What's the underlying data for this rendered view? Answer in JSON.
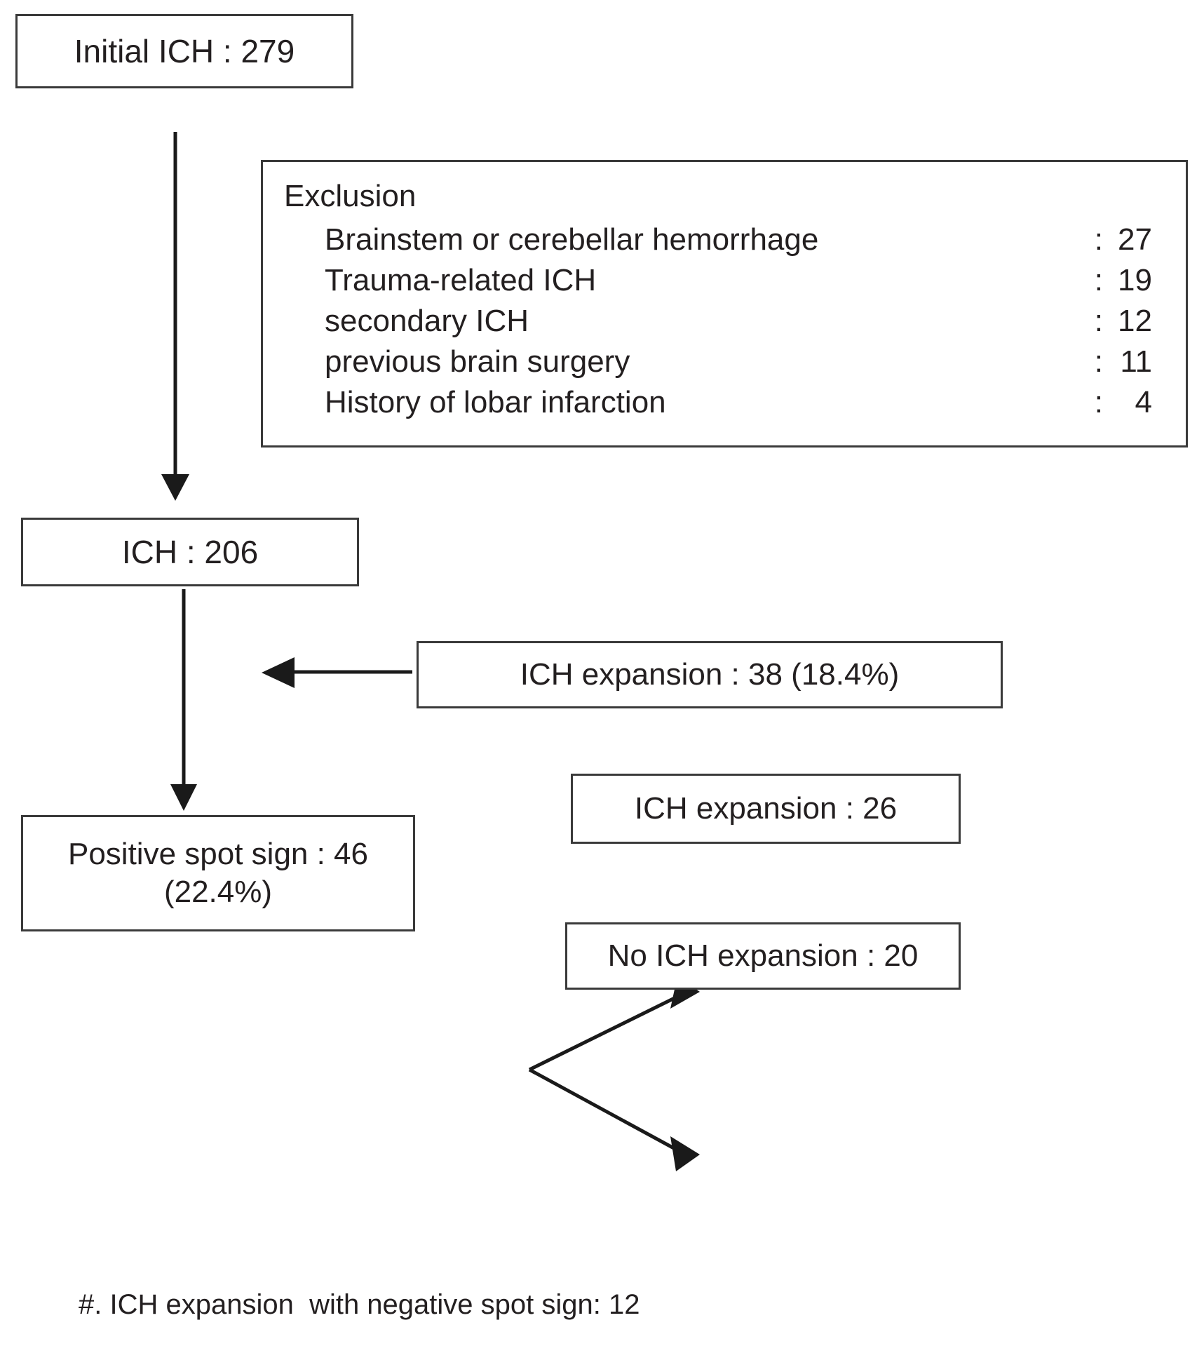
{
  "diagram": {
    "title_node": {
      "label": "Initial ICH : 279"
    },
    "exclusion": {
      "heading": "Exclusion",
      "rows": [
        {
          "label": "Brainstem or cerebellar hemorrhage",
          "colon": ":",
          "value": "27"
        },
        {
          "label": "Trauma-related ICH",
          "colon": ":",
          "value": "19"
        },
        {
          "label": "secondary ICH",
          "colon": ":",
          "value": "12"
        },
        {
          "label": "previous brain surgery",
          "colon": ":",
          "value": "11"
        },
        {
          "label": "History of lobar infarction",
          "colon": ":",
          "value": "4"
        }
      ]
    },
    "ich_node": {
      "label": "ICH : 206"
    },
    "expansion_overall": {
      "label": "ICH expansion : 38 (18.4%)"
    },
    "spot_sign": {
      "label": "Positive spot sign : 46\n(22.4%)"
    },
    "expansion_positive": {
      "label": "ICH expansion : 26"
    },
    "no_expansion_positive": {
      "label": "No ICH expansion : 20"
    },
    "footnote": {
      "label": "#. ICH expansion  with negative spot sign: 12"
    },
    "colors": {
      "stroke": "#3a3a3a",
      "text": "#231f20",
      "background": "#ffffff"
    }
  },
  "chart_data": {
    "type": "table",
    "title": "ICH spot sign study flow diagram",
    "nodes": [
      {
        "id": "initial",
        "label": "Initial ICH",
        "value": 279
      },
      {
        "id": "ich",
        "label": "ICH",
        "value": 206
      },
      {
        "id": "expansion_overall",
        "label": "ICH expansion",
        "value": 38,
        "percent": 18.4
      },
      {
        "id": "spot_sign",
        "label": "Positive spot sign",
        "value": 46,
        "percent": 22.4
      },
      {
        "id": "expansion_positive",
        "label": "ICH expansion",
        "value": 26
      },
      {
        "id": "no_expansion_positive",
        "label": "No ICH expansion",
        "value": 20
      }
    ],
    "exclusions": [
      {
        "reason": "Brainstem or cerebellar hemorrhage",
        "count": 27
      },
      {
        "reason": "Trauma-related ICH",
        "count": 19
      },
      {
        "reason": "secondary ICH",
        "count": 12
      },
      {
        "reason": "previous brain surgery",
        "count": 11
      },
      {
        "reason": "History of lobar infarction",
        "count": 4
      }
    ],
    "note": "ICH expansion with negative spot sign: 12",
    "edges": [
      {
        "from": "initial",
        "to": "ich"
      },
      {
        "from": "expansion_overall",
        "to": "ich-to-spot-sign-path"
      },
      {
        "from": "ich",
        "to": "spot_sign"
      },
      {
        "from": "spot_sign",
        "to": "expansion_positive"
      },
      {
        "from": "spot_sign",
        "to": "no_expansion_positive"
      }
    ]
  }
}
